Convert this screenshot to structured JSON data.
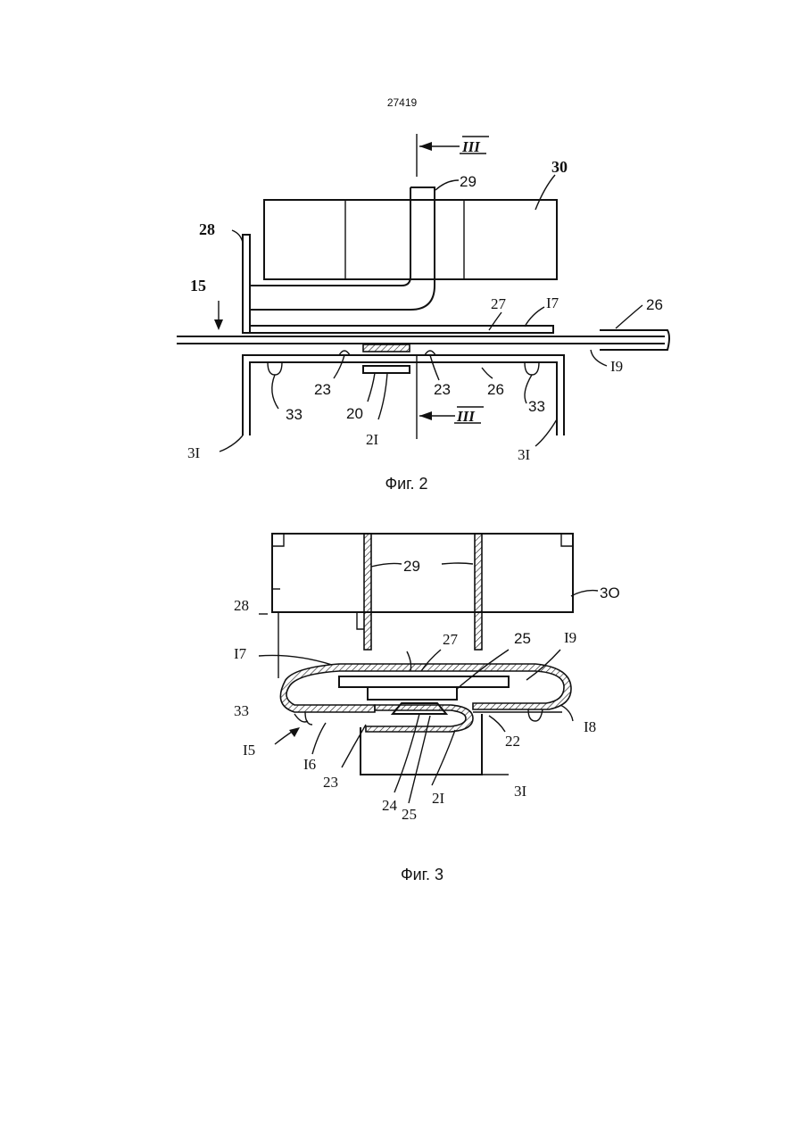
{
  "page_number": "27419",
  "figures": [
    {
      "caption": "Фиг. 2",
      "section_mark": "III",
      "labels": {
        "l29": "29",
        "l30": "30",
        "l28": "28",
        "l15": "15",
        "l27": "27",
        "l17": "I7",
        "l26a": "26",
        "l19": "I9",
        "l23a": "23",
        "l20": "20",
        "l21": "2I",
        "l23b": "23",
        "l26b": "26",
        "l33a": "33",
        "l33b": "33",
        "l31a": "3I",
        "l31b": "3I"
      }
    },
    {
      "caption": "Фиг. 3",
      "labels": {
        "l29": "29",
        "l30": "3O",
        "l28": "28",
        "l17": "I7",
        "l27": "27",
        "l25a": "25",
        "l19": "I9",
        "l33": "33",
        "l18": "I8",
        "l22": "22",
        "l15": "I5",
        "l16": "I6",
        "l23": "23",
        "l24": "24",
        "l25b": "25",
        "l21": "2I",
        "l31": "3I"
      }
    }
  ]
}
